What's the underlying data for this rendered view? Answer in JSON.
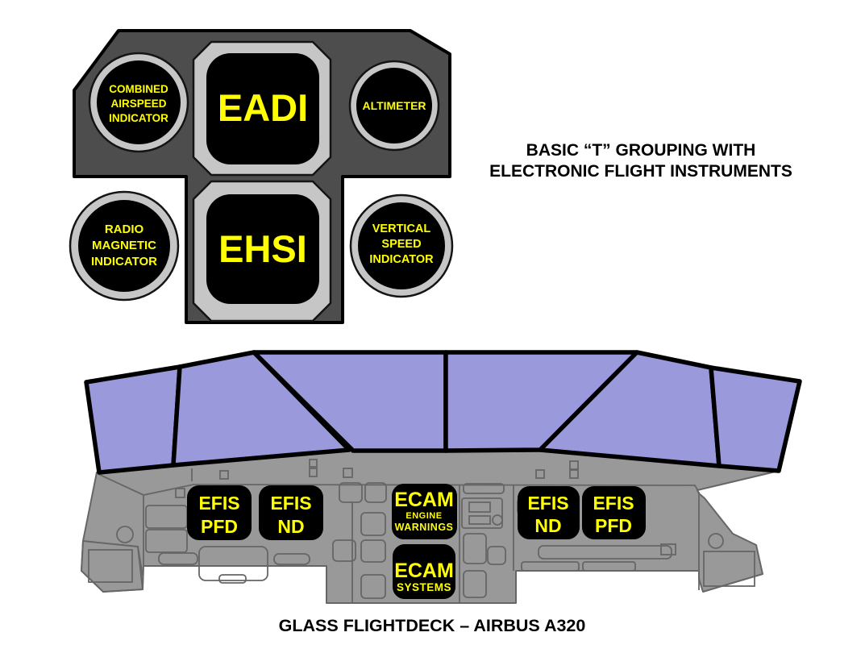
{
  "basic_t_diagram": {
    "title_line1": "BASIC “T” GROUPING WITH",
    "title_line2": "ELECTRONIC FLIGHT INSTRUMENTS",
    "combined_airspeed_indicator": {
      "line1": "COMBINED",
      "line2": "AIRSPEED",
      "line3": "INDICATOR"
    },
    "eadi_label": "EADI",
    "altimeter_label": "ALTIMETER",
    "radio_magnetic_indicator": {
      "line1": "RADIO",
      "line2": "MAGNETIC",
      "line3": "INDICATOR"
    },
    "ehsi_label": "EHSI",
    "vertical_speed_indicator": {
      "line1": "VERTICAL",
      "line2": "SPEED",
      "line3": "INDICATOR"
    }
  },
  "glass_flightdeck": {
    "caption": "GLASS FLIGHTDECK – AIRBUS A320",
    "captain_pfd": {
      "line1": "EFIS",
      "line2": "PFD"
    },
    "captain_nd": {
      "line1": "EFIS",
      "line2": "ND"
    },
    "ecam_upper": {
      "line1": "ECAM",
      "line2": "ENGINE",
      "line3": "WARNINGS"
    },
    "ecam_lower": {
      "line1": "ECAM",
      "line2": "SYSTEMS"
    },
    "first_officer_nd": {
      "line1": "EFIS",
      "line2": "ND"
    },
    "first_officer_pfd": {
      "line1": "EFIS",
      "line2": "PFD"
    }
  },
  "colors": {
    "instrument_panel_dark_gray": "#4d4d4d",
    "bezel_light_gray": "#c6c6c6",
    "screen_black": "#000000",
    "label_yellow": "#ffff00",
    "cockpit_gray": "#999999",
    "cockpit_outline_gray": "#666666",
    "windshield_lavender": "#9a99dc"
  }
}
